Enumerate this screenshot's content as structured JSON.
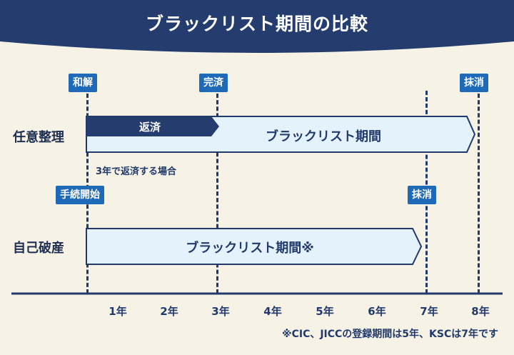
{
  "header": {
    "title": "ブラックリスト期間の比較"
  },
  "rows": {
    "voluntary": {
      "label": "任意整理",
      "repay_label": "返済",
      "blacklist_label": "ブラックリスト期間",
      "note": "3年で返済する場合",
      "tags": {
        "settlement": "和解",
        "completion": "完済",
        "erasure": "抹消"
      }
    },
    "bankruptcy": {
      "label": "自己破産",
      "blacklist_label": "ブラックリスト期間※",
      "tags": {
        "start": "手続開始",
        "erasure": "抹消"
      }
    }
  },
  "axis": {
    "years": [
      "1年",
      "2年",
      "3年",
      "4年",
      "5年",
      "6年",
      "7年",
      "8年"
    ]
  },
  "footnote": "※CIC、JICCの登録期間は5年、KSCは7年です",
  "colors": {
    "header": "#243d6e",
    "tag": "#1f6ab8",
    "arrow_fill": "#e4f3fb",
    "arrow_stroke": "#213a6b",
    "repay_fill": "#243d6e",
    "background": "#f7f2e6"
  }
}
